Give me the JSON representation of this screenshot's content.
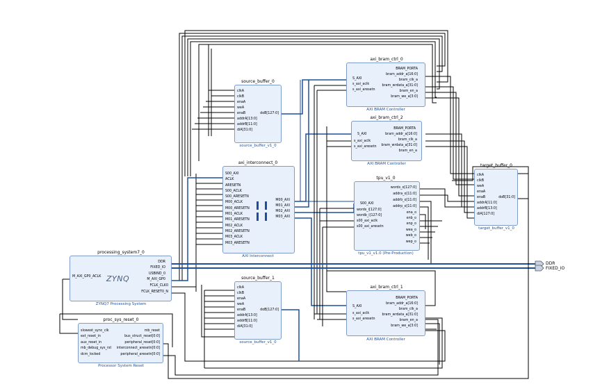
{
  "blocks": {
    "bram_ctrl_0": {
      "title": "axi_bram_ctrl_0",
      "subtitle": "AXI BRAM Controller",
      "inputs": [
        "S_AXI",
        "s_axi_aclk",
        "s_axi_aresetn"
      ],
      "outputs": [
        "BRAM_PORTA",
        "bram_addr_a[16:0]",
        "bram_clk_a",
        "bram_wrdata_a[31:0]",
        "bram_en_a",
        "bram_we_a[3:0]"
      ]
    },
    "bram_ctrl_2": {
      "title": "axi_bram_ctrl_2",
      "subtitle": "AXI BRAM Controller",
      "inputs": [
        "S_AXI",
        "s_axi_aclk",
        "s_axi_aresetn"
      ],
      "outputs": [
        "BRAM_PORTA",
        "bram_addr_a[16:0]",
        "bram_clk_a",
        "bram_wrdata_a[31:0]",
        "bram_en_a"
      ]
    },
    "bram_ctrl_1": {
      "title": "axi_bram_ctrl_1",
      "subtitle": "AXI BRAM Controller",
      "inputs": [
        "S_AXI",
        "s_axi_aclk",
        "s_axi_aresetn"
      ],
      "outputs": [
        "BRAM_PORTA",
        "bram_addr_a[16:0]",
        "bram_clk_a",
        "bram_wrdata_a[31:0]",
        "bram_en_a",
        "bram_we_a[3:0]"
      ]
    },
    "source_buffer_0": {
      "title": "source_buffer_0",
      "subtitle": "source_buffer_v1_0",
      "inputs": [
        "clkA",
        "clkB",
        "enaA",
        "weA",
        "enaB",
        "addrA[13:0]",
        "addrB[11:0]",
        "diA[31:0]"
      ],
      "outputs": [
        "doB[127:0]"
      ]
    },
    "source_buffer_1": {
      "title": "source_buffer_1",
      "subtitle": "source_buffer_v1_0",
      "inputs": [
        "clkA",
        "clkB",
        "enaA",
        "weA",
        "enaB",
        "addrA[13:0]",
        "addrB[11:0]",
        "diA[31:0]"
      ],
      "outputs": [
        "doB[127:0]"
      ]
    },
    "target_buffer_0": {
      "title": "target_buffer_0",
      "subtitle": "target_buffer_v1_0",
      "inputs": [
        "clkA",
        "clkB",
        "weA",
        "enaA",
        "enaB",
        "addrA[11:0]",
        "addrB[13:0]",
        "diA[127:0]"
      ],
      "outputs": [
        "doB[31:0]"
      ]
    },
    "tpu_v1_0": {
      "title": "tpu_v1_0",
      "subtitle": "tpu_v1_v1.0 (Pre-Production)",
      "inputs": [
        "S00_AXI",
        "words_i[127:0]",
        "wordb_i[127:0]",
        "s00_axi_aclk",
        "s00_axi_aresetn"
      ],
      "outputs": [
        "words_o[127:0]",
        "addra_o[11:0]",
        "addrb_o[11:0]",
        "addrp_o[11:0]",
        "ena_o",
        "enb_o",
        "enp_o",
        "wea_o",
        "web_o",
        "wep_o"
      ]
    },
    "axi_interconnect_0": {
      "title": "axi_interconnect_0",
      "subtitle": "AXI Interconnect",
      "inputs": [
        "S00_AXI",
        "ACLK",
        "ARESETN",
        "S00_ACLK",
        "S00_ARESETN",
        "M00_ACLK",
        "M00_ARESETN",
        "M01_ACLK",
        "M01_ARESETN",
        "M02_ACLK",
        "M02_ARESETN",
        "M03_ACLK",
        "M03_ARESETN"
      ],
      "outputs": [
        "M00_AXI",
        "M01_AXI",
        "M02_AXI",
        "M03_AXI"
      ]
    },
    "processing_system7_0": {
      "title": "processing_system7_0",
      "subtitle": "ZYNQ7 Processing System",
      "logo": "ZYNQ",
      "inputs": [
        "M_AXI_GP0_ACLK"
      ],
      "outputs": [
        "DDR",
        "FIXED_IO",
        "USBIND_0",
        "M_AXI_GP0",
        "FCLK_CLK0",
        "FCLK_RESET0_N"
      ]
    },
    "proc_sys_reset_0": {
      "title": "proc_sys_reset_0",
      "subtitle": "Processor System Reset",
      "inputs": [
        "slowest_sync_clk",
        "ext_reset_in",
        "aux_reset_in",
        "mb_debug_sys_rst",
        "dcm_locked"
      ],
      "outputs": [
        "mb_reset",
        "bus_struct_reset[0:0]",
        "peripheral_reset[0:0]",
        "interconnect_aresetn[0:0]",
        "peripheral_aresetn[0:0]"
      ]
    }
  },
  "external_ports": [
    "DDR",
    "FIXED_IO"
  ],
  "colors": {
    "block_fill": "#e8f0fb",
    "block_border": "#7f9cc8",
    "wire": "#000000",
    "bus": "#1f4e9a",
    "subtitle": "#1f4e9a"
  }
}
